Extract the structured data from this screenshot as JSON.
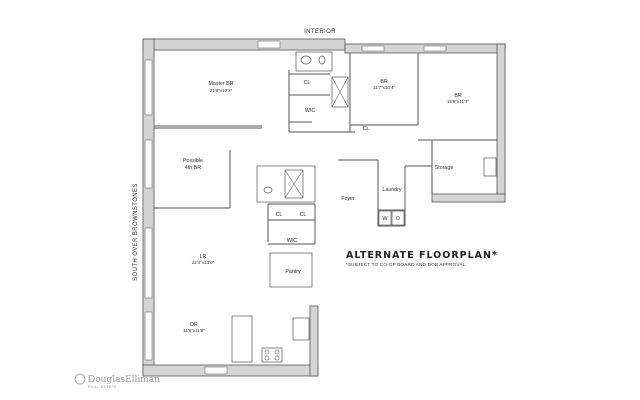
{
  "labels": {
    "interior": "INTERIOR",
    "south": "SOUTH OVER BROWNSTONES"
  },
  "rooms": {
    "master_name": "Master BR",
    "master_dim": "21'6\"x12'2\"",
    "br1_name": "BR",
    "br1_dim": "11'7\"x10'4\"",
    "br2_name": "BR",
    "br2_dim": "15'8\"x11'7\"",
    "possible_line1": "Possible",
    "possible_line2": "4th BR",
    "lr_name": "LR",
    "lr_dim": "22'4\"x13'9\"",
    "dr_name": "DR",
    "dr_dim": "11'8\"x11'8\"",
    "cl_top": "CL",
    "cl_br": "CL",
    "cl_mid1": "CL",
    "cl_mid2": "CL",
    "wic_top": "WIC",
    "wic_mid": "WIC",
    "foyer": "Foyer",
    "laundry": "Laundry",
    "storage": "Storage",
    "pantry": "Pantry",
    "washer": "W",
    "dryer": "D"
  },
  "notes": {
    "title": "ALTERNATE FLOORPLAN*",
    "subtitle": "*SUBJECT TO CO-OP BOARD AND DOB APPROVAL"
  },
  "brand": {
    "name": "DouglasElliman",
    "sub": "REAL ESTATE"
  },
  "colors": {
    "wall": "#d4d4d4",
    "line": "#555555",
    "logo": "#9a9a9a"
  }
}
